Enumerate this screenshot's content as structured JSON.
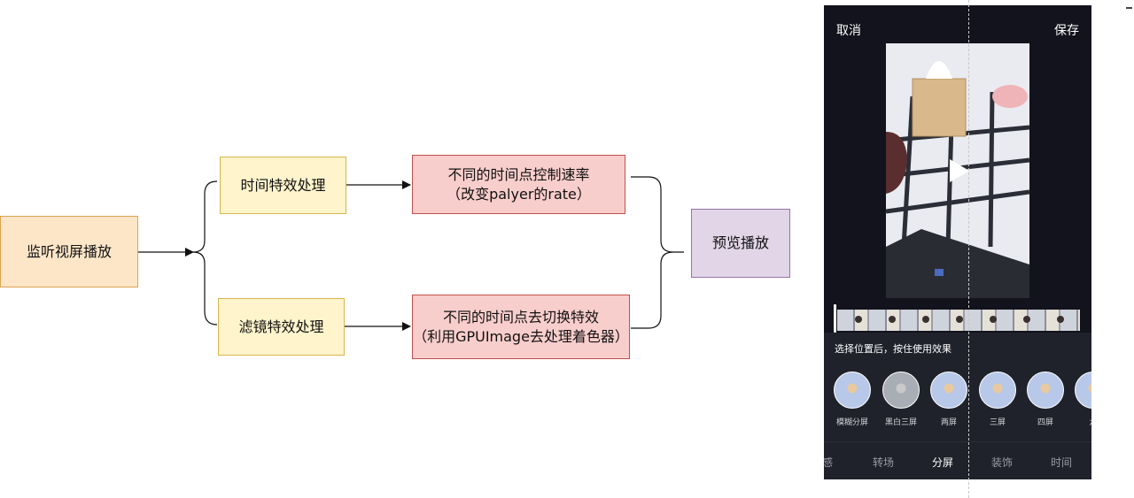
{
  "flow": {
    "start": "监听视屏播放",
    "branches": [
      {
        "step": "时间特效处理",
        "detail": [
          "不同的时间点控制速率",
          "（改变palyer的rate）"
        ]
      },
      {
        "step": "滤镜特效处理",
        "detail": [
          "不同的时间点去切换特效",
          "（利用GPUImage去处理着色器）"
        ]
      }
    ],
    "end": "预览播放"
  },
  "phone": {
    "cancel": "取消",
    "save": "保存",
    "hint": "选择位置后，按住使用效果",
    "effects": [
      "模糊分屏",
      "黑白三屏",
      "两屏",
      "三屏",
      "四屏",
      "六"
    ],
    "tabs": [
      "感",
      "转场",
      "分屏",
      "装饰",
      "时间"
    ],
    "active_tab": "分屏"
  },
  "colors": {
    "start_fill": "#fde6c8",
    "step_fill": "#fff4cc",
    "detail_fill": "#f8cecc",
    "end_fill": "#e1d5e7",
    "phone_bg": "#12131c"
  }
}
